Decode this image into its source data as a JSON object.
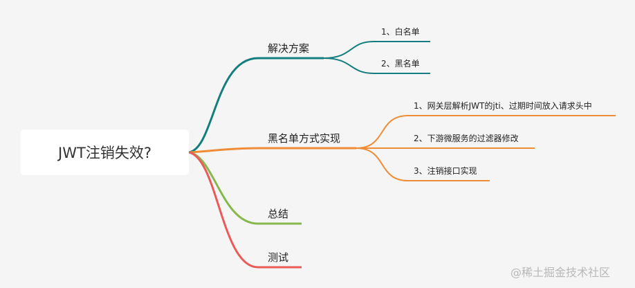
{
  "root": {
    "label": "JWT注销失效?"
  },
  "colors": {
    "teal": "#157d7f",
    "orange": "#f08b36",
    "green": "#87b84c",
    "red": "#eb5a56"
  },
  "branches": [
    {
      "label": "解决方案",
      "color": "teal",
      "children": [
        "1、白名单",
        "2、黑名单"
      ]
    },
    {
      "label": "黑名单方式实现",
      "color": "orange",
      "children": [
        "1、网关层解析JWT的jti、过期时间放入请求头中",
        "2、下游微服务的过滤器修改",
        "3、注销接口实现"
      ]
    },
    {
      "label": "总结",
      "color": "green",
      "children": []
    },
    {
      "label": "测试",
      "color": "red",
      "children": []
    }
  ],
  "watermark": "@稀土掘金技术社区"
}
